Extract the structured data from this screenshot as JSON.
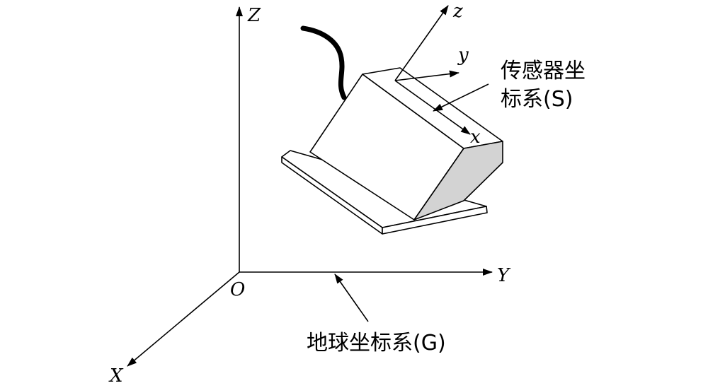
{
  "global_axes": {
    "z_label": "Z",
    "y_label": "Y",
    "x_label": "X",
    "origin_label": "O"
  },
  "sensor_axes": {
    "z_label": "z",
    "y_label": "y",
    "x_label": "x"
  },
  "annotations": {
    "sensor_frame_line1": "传感器坐",
    "sensor_frame_line2": "标系(S)",
    "ground_frame": "地球坐标系(G)"
  },
  "colors": {
    "stroke": "#000000",
    "sensor_top_face": "#ffffff",
    "sensor_side_face": "#d3d3d3",
    "cable": "#000000"
  }
}
